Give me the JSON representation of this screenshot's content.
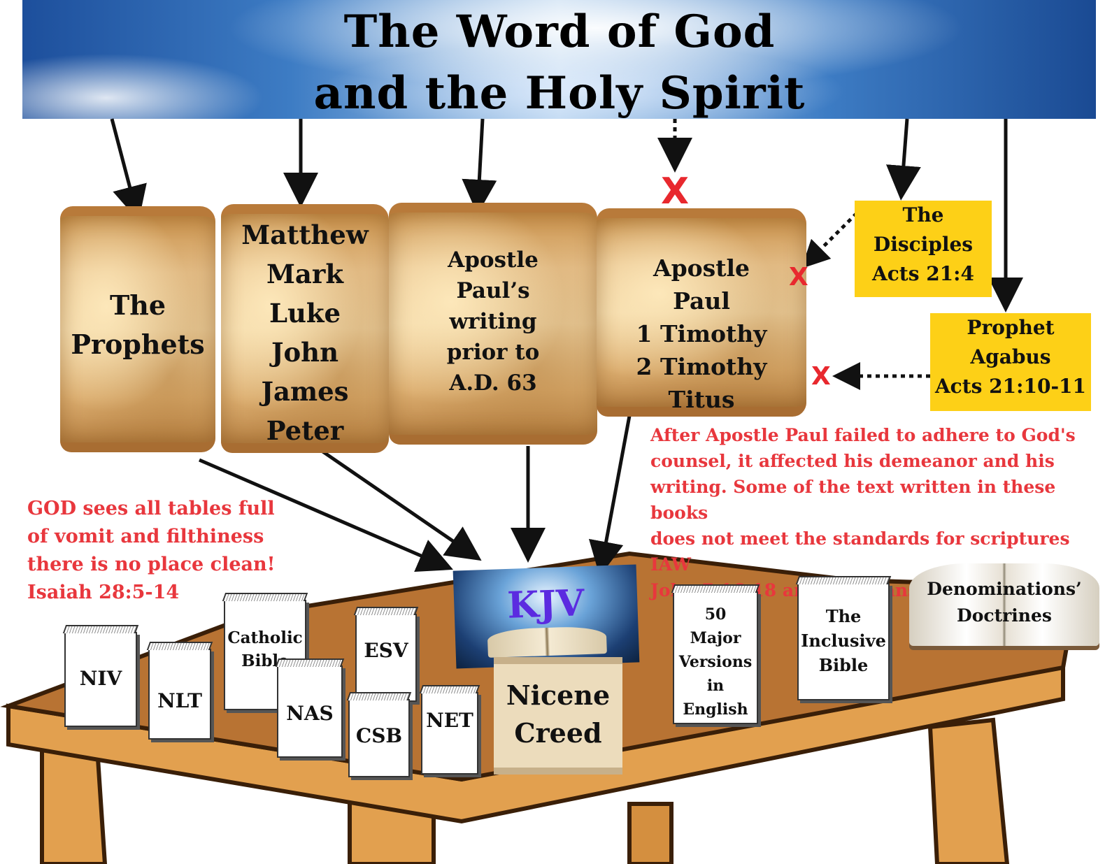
{
  "title": {
    "line1": "The Word of God",
    "line2": "and the Holy Spirit"
  },
  "scrolls": {
    "prophets": [
      "The",
      "Prophets"
    ],
    "gospels": [
      "Matthew",
      "Mark",
      "Luke",
      "John",
      "James",
      "Peter"
    ],
    "paul_prior": [
      "Apostle",
      "Paul’s",
      "writing",
      "prior to",
      "A.D. 63"
    ],
    "paul_later": [
      "Apostle",
      "Paul",
      "1 Timothy",
      "2 Timothy",
      "Titus"
    ]
  },
  "boxes": {
    "disciples": [
      "The",
      "Disciples",
      "Acts 21:4"
    ],
    "agabus": [
      "Prophet",
      "Agabus",
      "Acts 21:10-11"
    ]
  },
  "marks": {
    "x": "X"
  },
  "notes": {
    "paul_note": [
      "After Apostle Paul failed to adhere to God's",
      "counsel, it affected his demeanor and his",
      "writing. Some of the text written in these books",
      "does not meet the standards for scriptures IAW",
      "John 7:16-18 and Galatians 1:8-9"
    ],
    "god_note": [
      "GOD sees all tables full",
      "of vomit and filthiness",
      "there is no place clean!",
      "Isaiah 28:5-14"
    ]
  },
  "table_items": {
    "kjv": "KJV",
    "nicene": [
      "Nicene",
      "Creed"
    ],
    "books": {
      "niv": "NIV",
      "nlt": "NLT",
      "catholic": [
        "Catholic",
        "Bible"
      ],
      "nas": "NAS",
      "esv": "ESV",
      "csb": "CSB",
      "net": "NET",
      "fifty": [
        "50",
        "Major",
        "Versions",
        "in",
        "English"
      ],
      "inclusive": [
        "The",
        "Inclusive",
        "Bible"
      ]
    },
    "denominations": [
      "Denominations’",
      "Doctrines"
    ]
  },
  "colors": {
    "red_text": "#e8373d",
    "yellow_box": "#fdd017",
    "kjv_text": "#5b2be0",
    "table_top": "#b87333",
    "table_leg": "#e2a04f"
  }
}
